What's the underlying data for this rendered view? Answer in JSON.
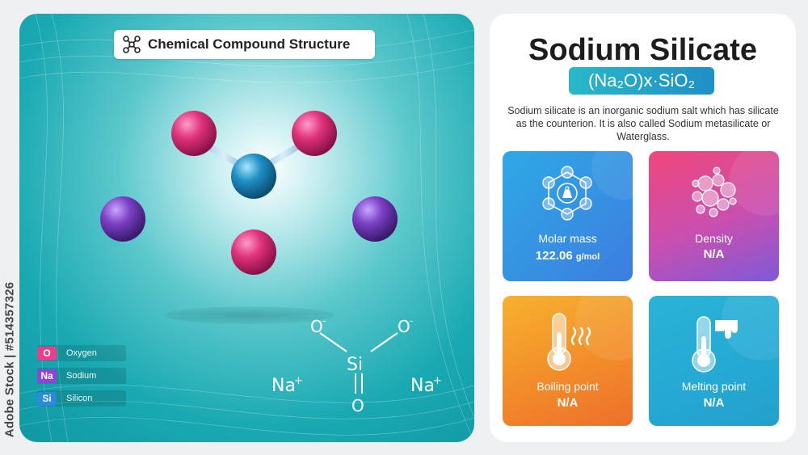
{
  "watermark": "Adobe Stock | #514357326",
  "structure_title": "Chemical Compound Structure",
  "legend": [
    {
      "symbol": "O",
      "label": "Oxygen",
      "color": "#e83e8c"
    },
    {
      "symbol": "Na",
      "label": "Sodium",
      "color": "#8e44d8"
    },
    {
      "symbol": "Si",
      "label": "Silicon",
      "color": "#2a8ae0"
    }
  ],
  "structural_formula": {
    "center": "Si",
    "top_left": "O",
    "top_left_charge": "-",
    "top_right": "O",
    "top_right_charge": "-",
    "bottom": "O",
    "left_ion": "Na",
    "left_ion_charge": "+",
    "right_ion": "Na",
    "right_ion_charge": "+"
  },
  "compound": {
    "name": "Sodium Silicate",
    "formula": "(Na₂O)x·SiO₂",
    "description": "Sodium silicate is an inorganic sodium salt which has silicate as the counterion. It is also called Sodium metasilicate or Waterglass."
  },
  "properties": {
    "molar_mass": {
      "label": "Molar mass",
      "value": "122.06",
      "unit": "g/mol"
    },
    "density": {
      "label": "Density",
      "value": "N/A"
    },
    "boiling_point": {
      "label": "Boiling point",
      "value": "N/A"
    },
    "melting_point": {
      "label": "Melting point",
      "value": "N/A"
    }
  },
  "colors": {
    "oxygen_atom": "#e0337a",
    "sodium_atom": "#7b3fc4",
    "silicon_atom": "#1e8fc4",
    "panel_teal": "#14a3ad"
  }
}
